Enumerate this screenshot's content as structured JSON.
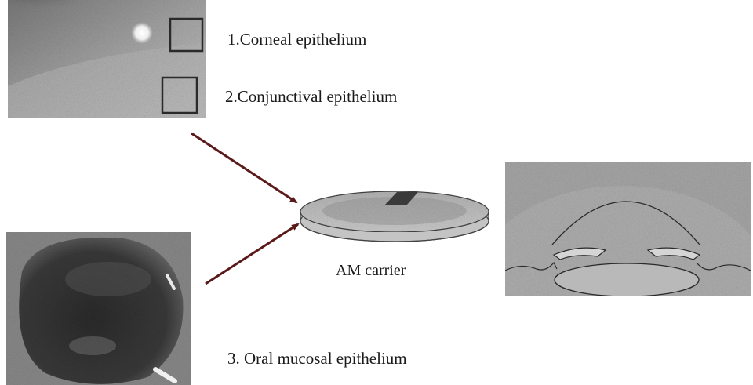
{
  "labels": {
    "corneal": "1.Corneal epithelium",
    "conjunctival": "2.Conjunctival epithelium",
    "oral": "3. Oral mucosal epithelium",
    "carrier": "AM carrier"
  },
  "colors": {
    "ink": "#1a1a1a",
    "arrow": "#5a1a1a",
    "photo_gray": "#9a9a9a"
  }
}
